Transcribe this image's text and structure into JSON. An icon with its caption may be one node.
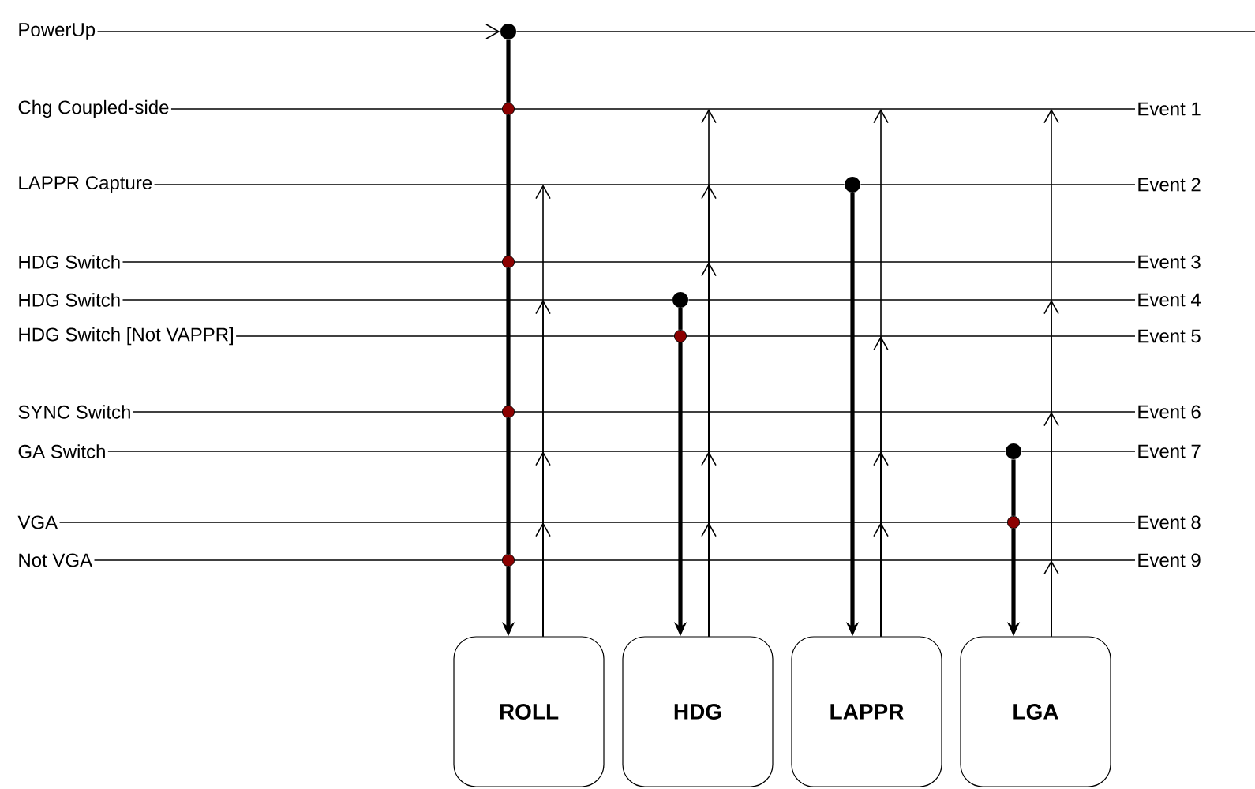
{
  "diagram": {
    "nodes": [
      {
        "text": [
          "PowerUp"
        ]
      },
      {
        "text": [
          "Chg Coupled-side"
        ]
      },
      {
        "text": [
          "LAPPR Capture"
        ]
      },
      {
        "text": [
          "HDG Switch"
        ]
      },
      {
        "text": [
          "HDG Switch"
        ]
      },
      {
        "text": [
          "HDG Switch [Not VAPPR]"
        ]
      },
      {
        "text": [
          "SYNC Switch"
        ]
      },
      {
        "text": [
          "GA Switch"
        ]
      },
      {
        "text": [
          "VGA"
        ]
      },
      {
        "text": [
          "Not VGA"
        ]
      },
      {
        "text": [
          "Event 1"
        ]
      },
      {
        "text": [
          "Event 2"
        ]
      },
      {
        "text": [
          "Event 3"
        ]
      },
      {
        "text": [
          "Event 4"
        ]
      },
      {
        "text": [
          "Event 5"
        ]
      },
      {
        "text": [
          "Event 6"
        ]
      },
      {
        "text": [
          "Event 7"
        ]
      },
      {
        "text": [
          "Event 8"
        ]
      },
      {
        "text": [
          "Event 9"
        ]
      },
      {
        "text": [
          "ROLL"
        ]
      },
      {
        "text": [
          "HDG"
        ]
      },
      {
        "text": [
          "LAPPR"
        ]
      },
      {
        "text": [
          "LGA"
        ]
      },
      {
        "text": [],
        "shape": "circle"
      },
      {
        "text": [],
        "shape": "circle"
      },
      {
        "text": [],
        "shape": "circle"
      },
      {
        "text": [],
        "shape": "circle"
      },
      {
        "text": [],
        "shape": "circle"
      },
      {
        "text": [],
        "shape": "circle"
      },
      {
        "text": [],
        "shape": "circle"
      },
      {
        "text": [],
        "shape": "circle"
      },
      {
        "text": [],
        "shape": "circle"
      },
      {
        "text": [],
        "shape": "circle"
      }
    ],
    "edges": [
      {
        "from": 0,
        "to": 23,
        "arrow": "to"
      },
      {
        "from": 23,
        "to": null,
        "arrow": "none"
      },
      {
        "from": 1,
        "to": 24,
        "arrow": "none"
      },
      {
        "from": 2,
        "to": 25,
        "arrow": "none"
      },
      {
        "from": 3,
        "to": 26,
        "arrow": "none"
      },
      {
        "from": 4,
        "to": 27,
        "arrow": "none"
      },
      {
        "from": 5,
        "to": 28,
        "arrow": "none"
      },
      {
        "from": 6,
        "to": 29,
        "arrow": "none"
      },
      {
        "from": 7,
        "to": 30,
        "arrow": "none"
      },
      {
        "from": 8,
        "to": 31,
        "arrow": "none"
      },
      {
        "from": 9,
        "to": 32,
        "arrow": "none"
      },
      {
        "from": 24,
        "to": 10,
        "arrow": "none"
      },
      {
        "from": 25,
        "to": 11,
        "arrow": "none"
      },
      {
        "from": 26,
        "to": 12,
        "arrow": "none"
      },
      {
        "from": 27,
        "to": 13,
        "arrow": "none"
      },
      {
        "from": 28,
        "to": 14,
        "arrow": "none"
      },
      {
        "from": 29,
        "to": 15,
        "arrow": "none"
      },
      {
        "from": 30,
        "to": 16,
        "arrow": "none"
      },
      {
        "from": 31,
        "to": 17,
        "arrow": "none"
      },
      {
        "from": 32,
        "to": 18,
        "arrow": "none"
      },
      {
        "from": 23,
        "to": 24,
        "arrow": "none",
        "style": "thick"
      },
      {
        "from": 24,
        "to": 26,
        "arrow": "none",
        "style": "thick"
      },
      {
        "from": 26,
        "to": 29,
        "arrow": "none",
        "style": "thick"
      },
      {
        "from": 29,
        "to": 32,
        "arrow": "none",
        "style": "thick"
      },
      {
        "from": 32,
        "to": 19,
        "arrow": "to",
        "style": "thick"
      },
      {
        "from": 27,
        "to": 28,
        "arrow": "none",
        "style": "thick"
      },
      {
        "from": 28,
        "to": 20,
        "arrow": "to",
        "style": "thick"
      },
      {
        "from": 25,
        "to": 21,
        "arrow": "to",
        "style": "thick"
      },
      {
        "from": 30,
        "to": 31,
        "arrow": "none",
        "style": "thick"
      },
      {
        "from": 31,
        "to": 22,
        "arrow": "to",
        "style": "thick"
      },
      {
        "from": 19,
        "to": null,
        "arrow": "to"
      },
      {
        "from": 19,
        "to": null,
        "arrow": "to"
      },
      {
        "from": 19,
        "to": null,
        "arrow": "to"
      },
      {
        "from": 19,
        "to": null,
        "arrow": "to"
      },
      {
        "from": 20,
        "to": null,
        "arrow": "to"
      },
      {
        "from": 20,
        "to": null,
        "arrow": "to"
      },
      {
        "from": 20,
        "to": null,
        "arrow": "to"
      },
      {
        "from": 20,
        "to": null,
        "arrow": "to"
      },
      {
        "from": 20,
        "to": null,
        "arrow": "to"
      },
      {
        "from": 21,
        "to": null,
        "arrow": "to"
      },
      {
        "from": 21,
        "to": null,
        "arrow": "to"
      },
      {
        "from": 21,
        "to": null,
        "arrow": "to"
      },
      {
        "from": 21,
        "to": null,
        "arrow": "to"
      },
      {
        "from": 22,
        "to": null,
        "arrow": "to"
      },
      {
        "from": 22,
        "to": null,
        "arrow": "to"
      },
      {
        "from": 22,
        "to": null,
        "arrow": "to"
      },
      {
        "from": 22,
        "to": null,
        "arrow": "to"
      }
    ]
  }
}
